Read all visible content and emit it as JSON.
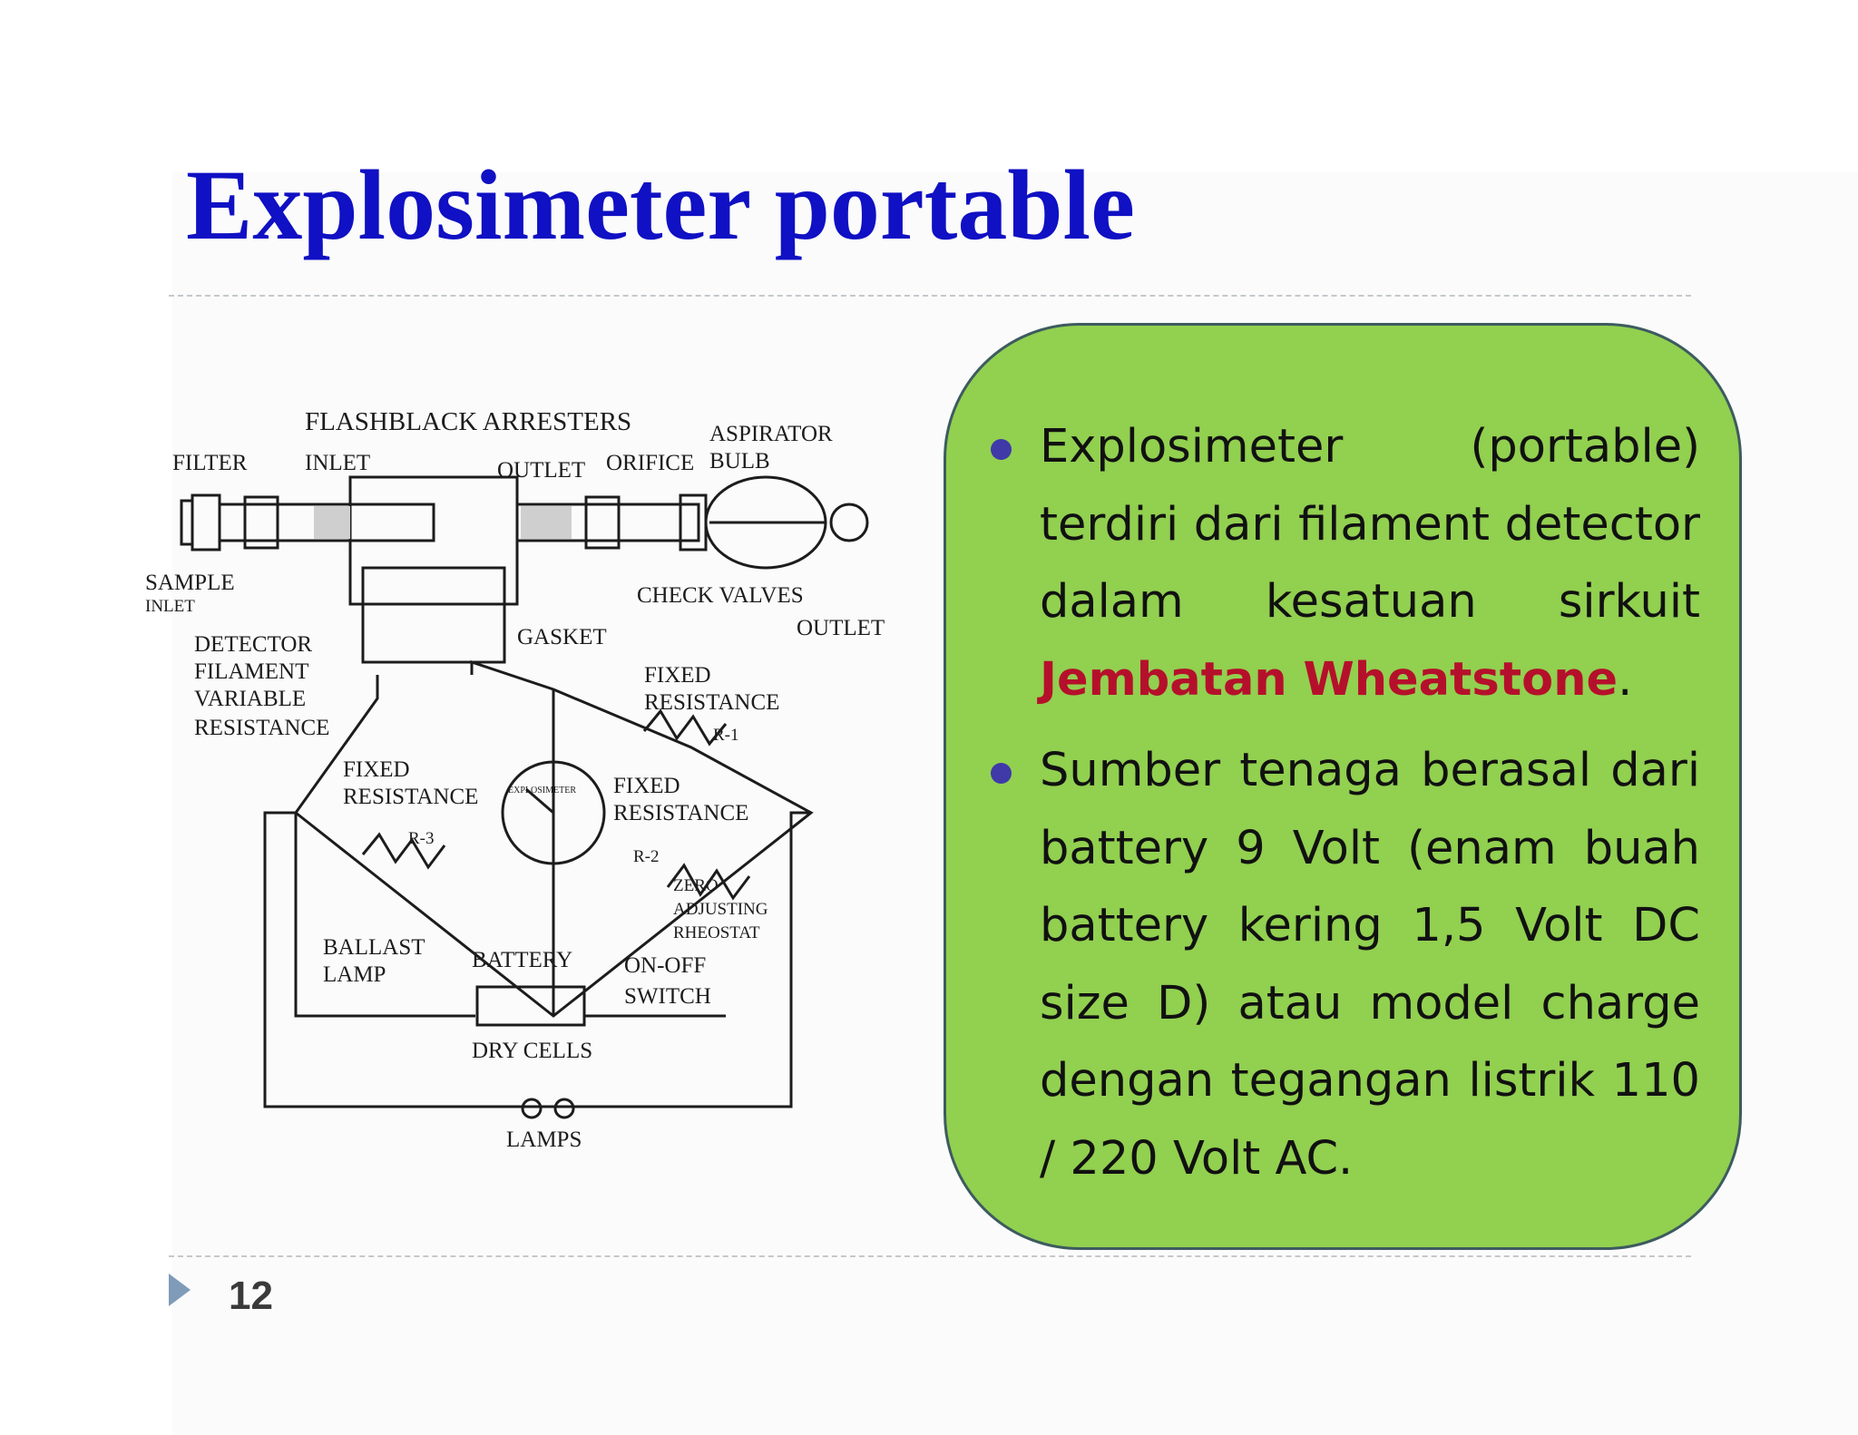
{
  "slide": {
    "title": "Explosimeter portable",
    "page_number": "12"
  },
  "diagram": {
    "labels": {
      "flashback": "FLASHBLACK ARRESTERS",
      "aspirator": "ASPIRATOR",
      "bulb": "BULB",
      "filter": "FILTER",
      "inlet": "INLET",
      "outlet_top": "OUTLET",
      "orifice": "ORIFICE",
      "sample": "SAMPLE",
      "inlet_small": "INLET",
      "check_valves": "CHECK VALVES",
      "outlet_right": "OUTLET",
      "gasket": "GASKET",
      "detector": "DETECTOR",
      "filament": "FILAMENT",
      "variable": "VARIABLE",
      "resistance_left": "RESISTANCE",
      "fixed_r1": "FIXED",
      "resistance_r1": "RESISTANCE",
      "r1": "R-1",
      "fixed_r3": "FIXED",
      "resistance_r3": "RESISTANCE",
      "r3": "R-3",
      "meter": "EXPLOSIMETER",
      "fixed_r2": "FIXED",
      "resistance_r2": "RESISTANCE",
      "r2": "R-2",
      "zero": "ZERO",
      "adjusting": "ADJUSTING",
      "rheostat": "RHEOSTAT",
      "ballast": "BALLAST",
      "lamp": "LAMP",
      "battery": "BATTERY",
      "on_off": "ON-OFF",
      "switch": "SWITCH",
      "dry_cells": "DRY CELLS",
      "lamps": "LAMPS"
    }
  },
  "panel": {
    "bullet1_text": "Explosimeter (portable) terdiri dari filament detector dalam kesatuan sirkuit ",
    "bullet1_highlight": "Jembatan Wheatstone",
    "bullet1_end": ".",
    "bullet2_text": "Sumber tenaga berasal dari battery 9 Volt (enam buah battery kering 1,5 Volt DC size D) atau model charge dengan tegangan listrik 110 / 220 Volt AC.",
    "highlight_color": "#b5102b",
    "background_color": "#92d050"
  },
  "colors": {
    "title": "#1010c4",
    "bullet_dot": "#3f3aa8",
    "nav_arrow": "#7f9bb8"
  },
  "icons": {
    "nav": "triangle-right-icon",
    "bullet": "circle-bullet-icon"
  }
}
